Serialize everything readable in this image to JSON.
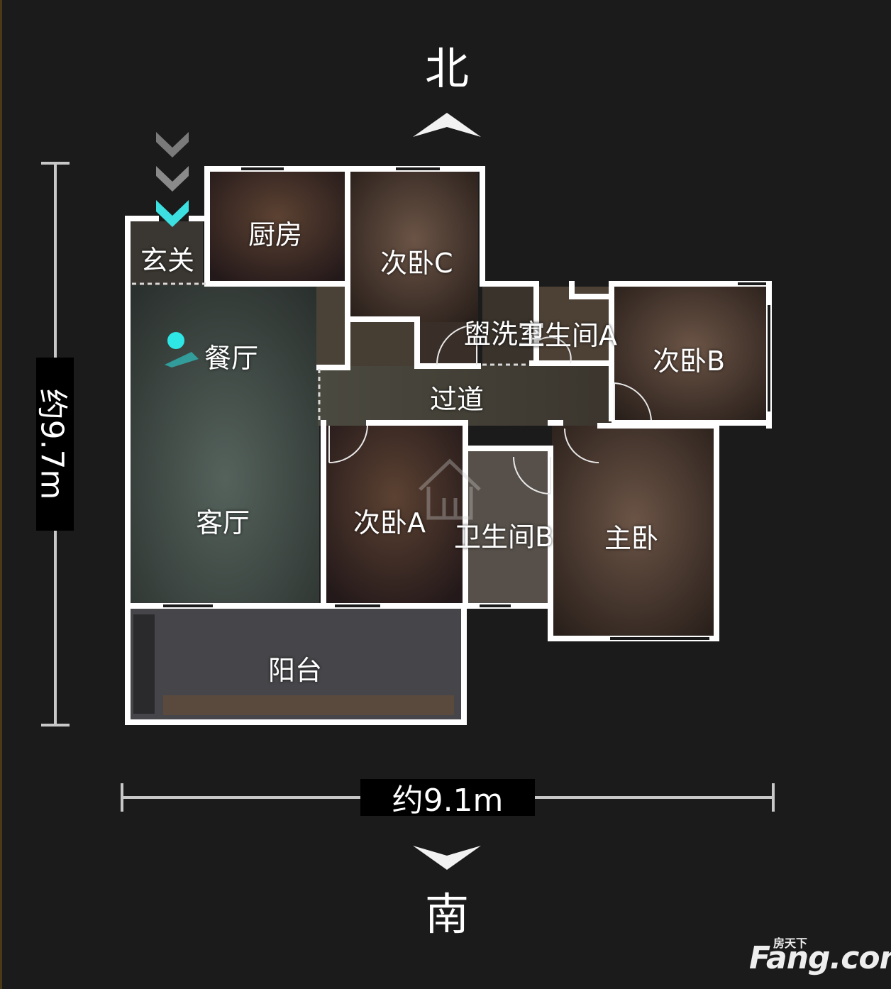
{
  "compass": {
    "north": "北",
    "south": "南"
  },
  "dimensions": {
    "height": "约9.7m",
    "width": "约9.1m"
  },
  "rooms": {
    "entrance": "玄关",
    "kitchen": "厨房",
    "bedroom_c": "次卧C",
    "dining": "餐厅",
    "laundry": "盥洗室",
    "bathroom_a": "卫生间A",
    "bedroom_b": "次卧B",
    "hallway": "过道",
    "bedroom_a": "次卧A",
    "bathroom_b": "卫生间B",
    "master": "主卧",
    "living": "客厅",
    "balcony": "阳台"
  },
  "logo": {
    "main": "Fang.com",
    "sub": "房天下"
  },
  "colors": {
    "wall": "#ffffff",
    "marker": "#2ee6e6",
    "background": "#1b1b1b"
  }
}
